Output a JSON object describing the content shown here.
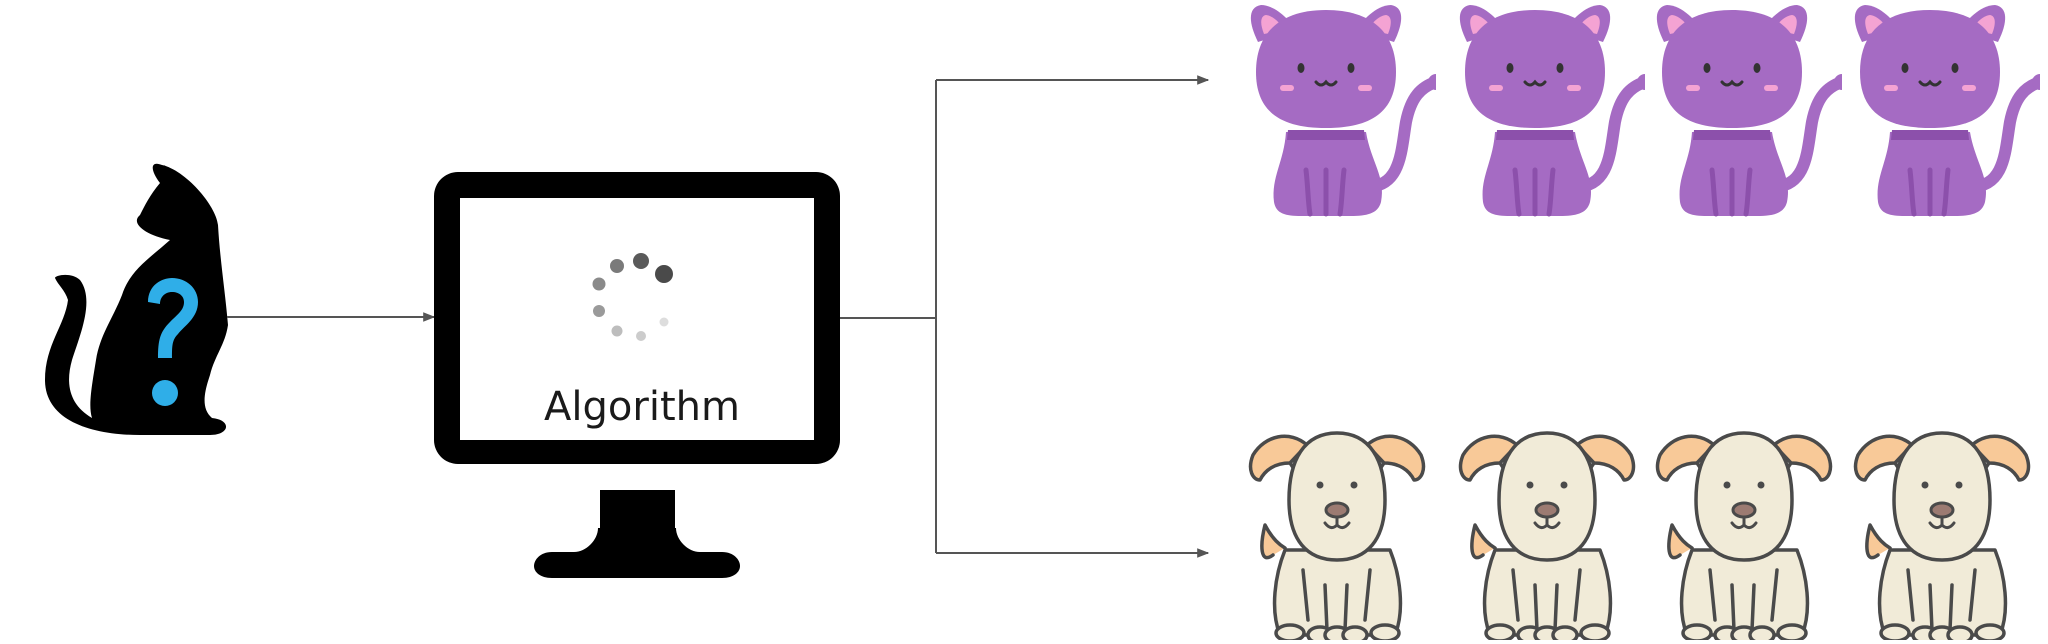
{
  "diagram": {
    "input": {
      "icon": "cat-silhouette-icon",
      "badge": "question-mark-icon",
      "badge_color": "#2faee8"
    },
    "processor": {
      "icon": "monitor-icon",
      "label": "Algorithm",
      "spinner": "loading-spinner-icon"
    },
    "outputs": [
      {
        "icon": "purple-cat-icon",
        "count": 4,
        "color": "#a56bc3"
      },
      {
        "icon": "beige-dog-icon",
        "count": 4,
        "color": "#f1ebd8"
      }
    ]
  }
}
